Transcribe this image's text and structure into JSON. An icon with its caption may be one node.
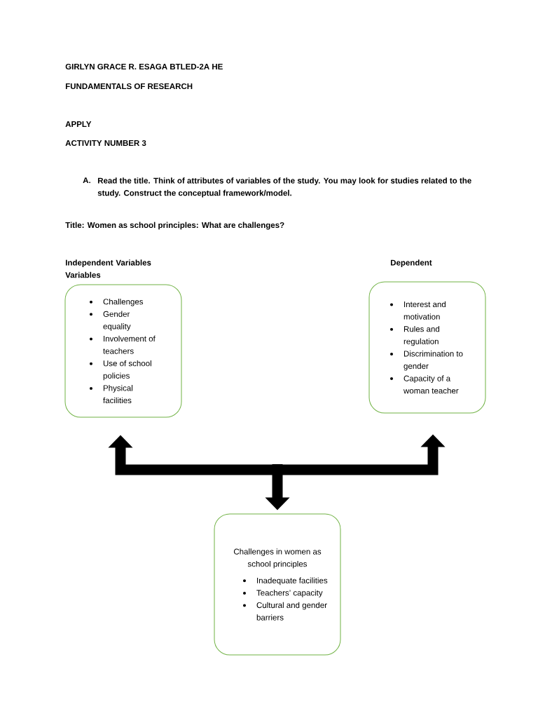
{
  "diagram": {
    "title": "Title: Women as school principles: What are challenges?",
    "nodes": [
      {
        "text": [
          "Independent Variables Variables",
          "Challenges",
          "Gender equality",
          "Involvement of teachers",
          "Use of school policies",
          "Physical facilities"
        ]
      },
      {
        "text": [
          "Dependent",
          "Interest and motivation",
          "Rules and regulation",
          "Discrimination to gender",
          "Capacity of a woman teacher"
        ]
      },
      {
        "text": [
          "Challenges in women as school principles",
          "Inadequate facilities",
          "Teachers’ capacity",
          "Cultural and gender barriers"
        ]
      }
    ],
    "edges": [
      {
        "from": null,
        "to": 0,
        "arrow": "to"
      },
      {
        "from": null,
        "to": 1,
        "arrow": "to"
      },
      {
        "from": null,
        "to": 2,
        "arrow": "to"
      }
    ],
    "labels": [
      "GIRLYN GRACE R. ESAGA BTLED-2A HE",
      "FUNDAMENTALS OF RESEARCH",
      "APPLY",
      "ACTIVITY NUMBER 3",
      "A.",
      "Read the title. Think of attributes of variables of the study. You may look for studies related to the study. Construct the conceptual framework/model."
    ]
  }
}
